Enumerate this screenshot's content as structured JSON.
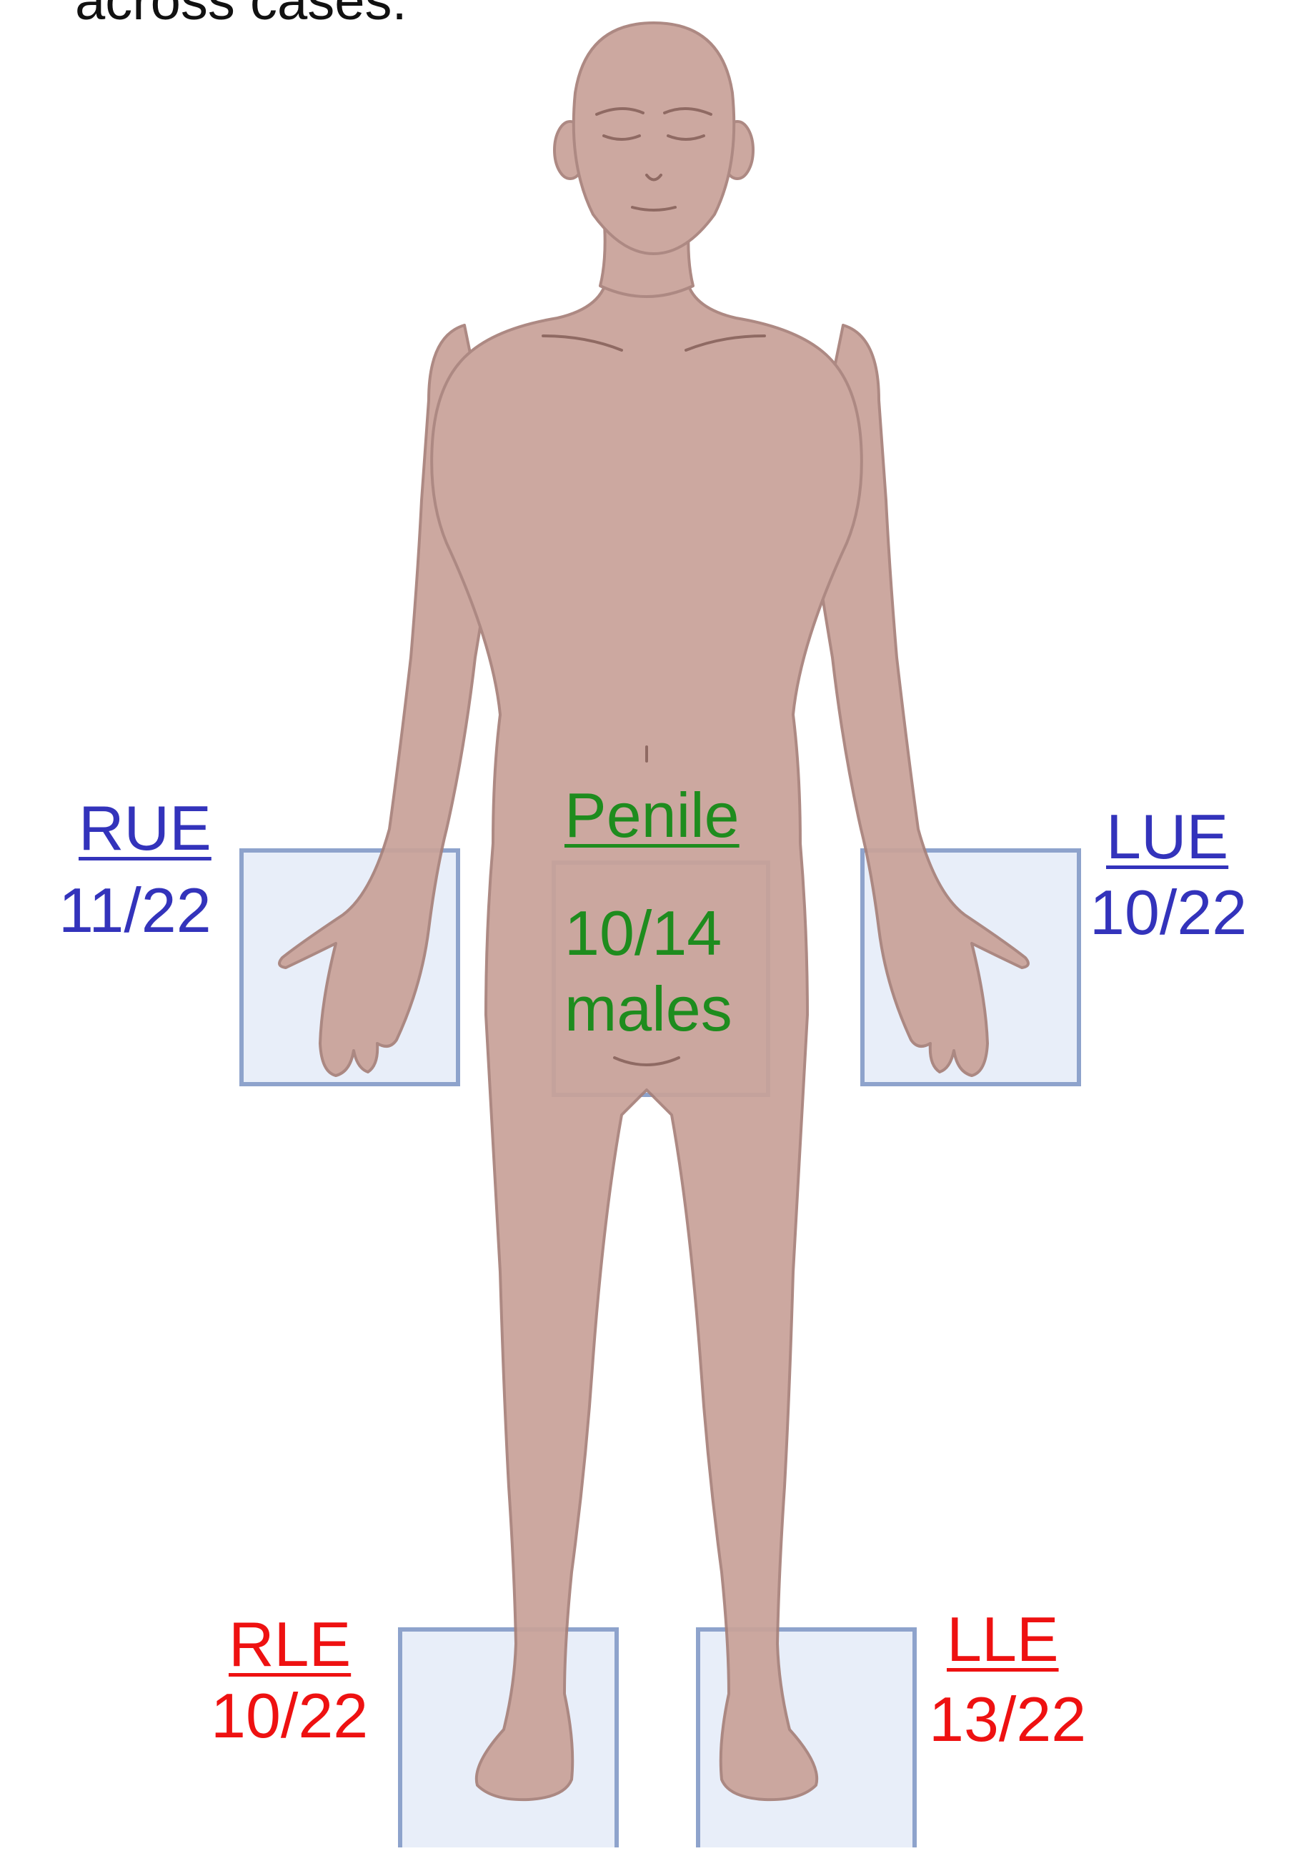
{
  "intro_text": "across cases.",
  "colors": {
    "upper": "#3333bb",
    "genital": "#1e8c1e",
    "lower": "#ee1111",
    "skin": "#c9a299",
    "skin_outline": "#a7817a",
    "box_fill": "#e8eef9",
    "box_stroke": "#8ea3cc"
  },
  "regions": {
    "rue": {
      "name": "RUE",
      "count": "11/22"
    },
    "lue": {
      "name": "LUE",
      "count": "10/22"
    },
    "penile": {
      "name": "Penile",
      "count": "10/14",
      "sub": "males"
    },
    "rle": {
      "name": "RLE",
      "count": "10/22"
    },
    "lle": {
      "name": "LLE",
      "count": "13/22"
    }
  }
}
